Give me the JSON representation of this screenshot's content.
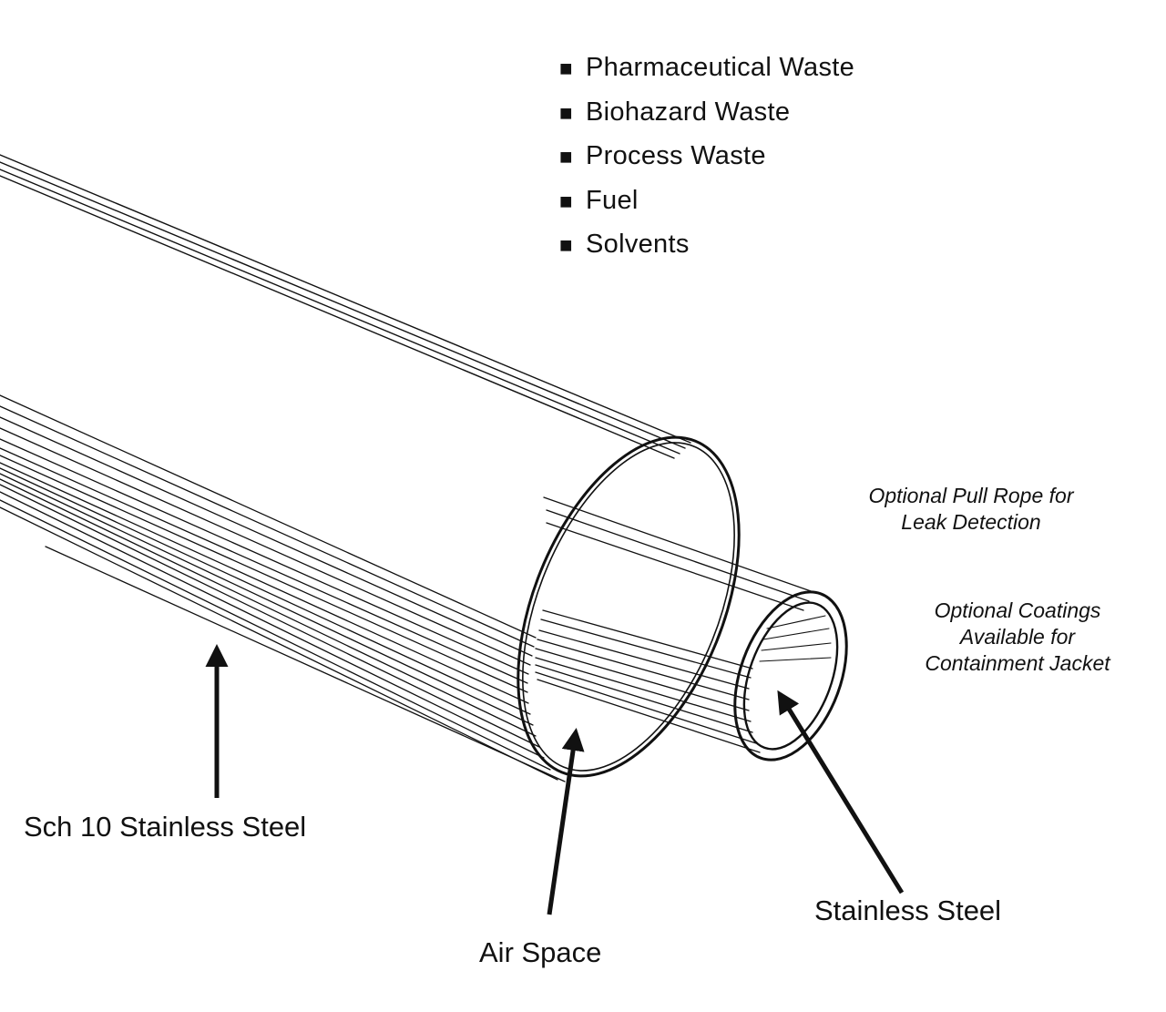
{
  "waste_types": {
    "bullet": "■",
    "items": [
      "Pharmaceutical Waste",
      "Biohazard Waste",
      "Process Waste",
      "Fuel",
      "Solvents"
    ]
  },
  "notes": {
    "pull_rope": [
      "Optional Pull Rope for",
      "Leak Detection"
    ],
    "coatings": [
      "Optional Coatings",
      "Available for",
      "Containment Jacket"
    ]
  },
  "labels": {
    "outer_pipe": "Sch 10 Stainless Steel",
    "air_space": "Air Space",
    "inner_pipe": "Stainless Steel"
  },
  "colors": {
    "line": "#111111",
    "background": "#ffffff"
  }
}
